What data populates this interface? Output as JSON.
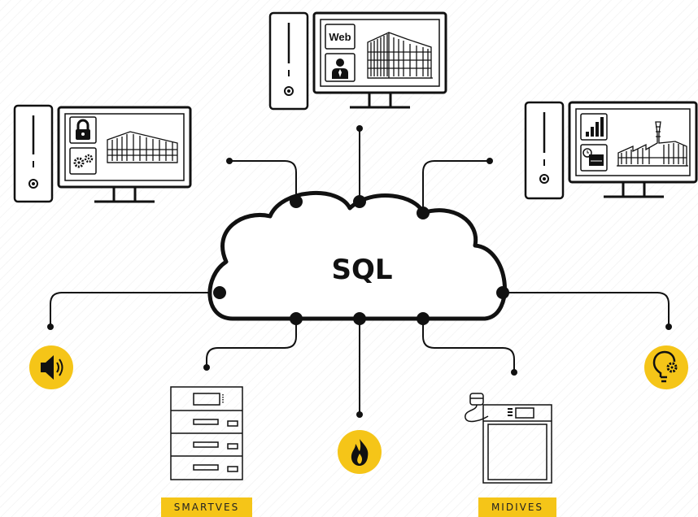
{
  "cloud": {
    "label": "SQL"
  },
  "workstations": {
    "center": {
      "screen_label": "Web"
    }
  },
  "devices": {
    "server_rack": {
      "label": "SMARTVES"
    },
    "panel": {
      "label": "MIDIVES"
    }
  },
  "icons": [
    "speaker-icon",
    "fire-icon",
    "lightbulb-gear-icon",
    "lock-icon",
    "gears-icon",
    "user-icon",
    "bar-chart-icon",
    "clock-icon"
  ],
  "colors": {
    "accent": "#f5c518",
    "line": "#111111",
    "background": "#ffffff"
  }
}
